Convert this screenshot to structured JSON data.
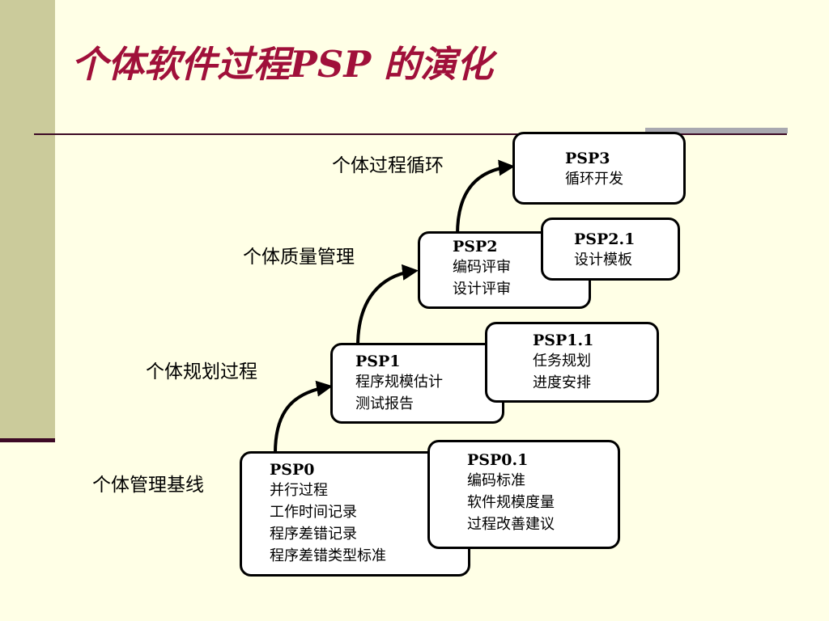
{
  "title": "个体软件过程PSP 的演化",
  "stages": {
    "cycle": "个体过程循环",
    "quality": "个体质量管理",
    "planning": "个体规划过程",
    "baseline": "个体管理基线"
  },
  "boxes": {
    "psp0": {
      "name": "PSP0",
      "lines": [
        "并行过程",
        "工作时间记录",
        "程序差错记录",
        "程序差错类型标准"
      ]
    },
    "psp01": {
      "name": "PSP0.1",
      "lines": [
        "编码标准",
        "软件规模度量",
        "过程改善建议"
      ]
    },
    "psp1": {
      "name": "PSP1",
      "lines": [
        "程序规模估计",
        "测试报告"
      ]
    },
    "psp11": {
      "name": "PSP1.1",
      "lines": [
        "任务规划",
        "进度安排"
      ]
    },
    "psp2": {
      "name": "PSP2",
      "lines": [
        "编码评审",
        "设计评审"
      ]
    },
    "psp21": {
      "name": "PSP2.1",
      "lines": [
        "设计模板"
      ]
    },
    "psp3": {
      "name": "PSP3",
      "lines": [
        "循环开发"
      ]
    }
  }
}
